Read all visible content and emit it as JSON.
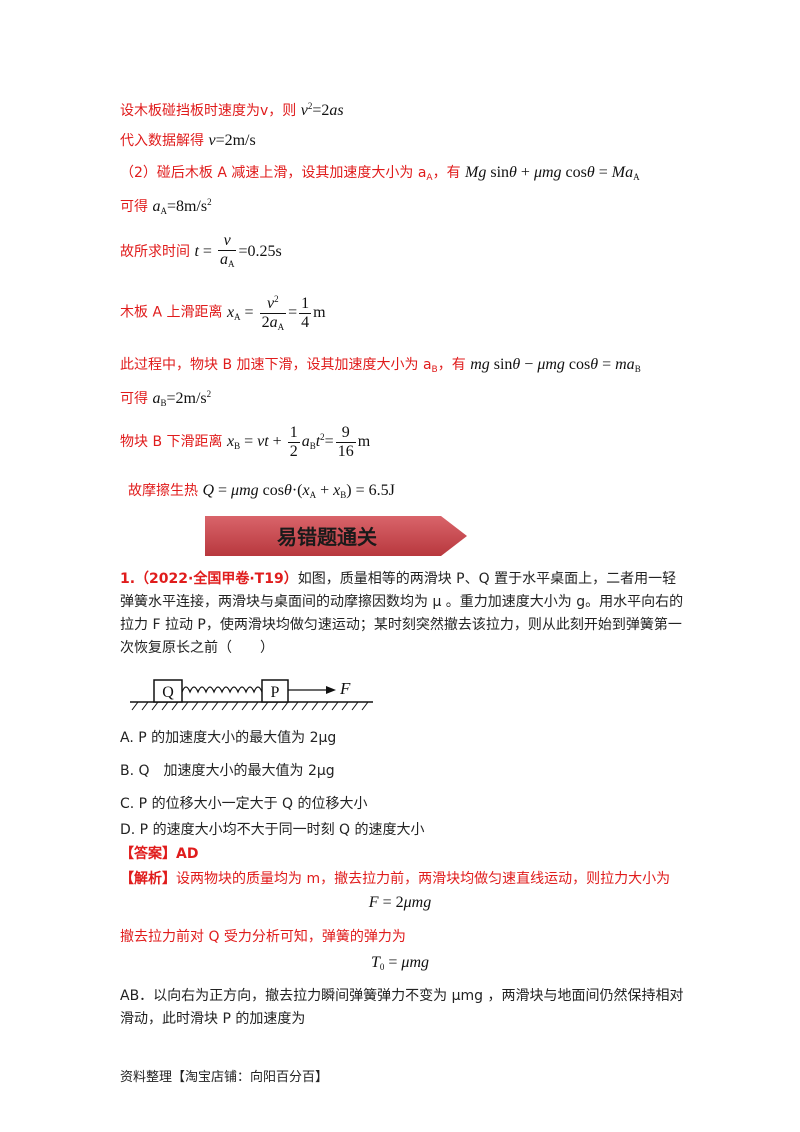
{
  "solution": {
    "l1_text": "设木板碰挡板时速度为v，则",
    "l2_text": "代入数据解得",
    "l3_text": "（2）碰后木板 A 减速上滑，设其加速度大小为 a",
    "l3_sub": "A",
    "l3_tail": "，有",
    "l4_text": "可得",
    "l5_text": "故所求时间",
    "l6_text": "木板 A 上滑距离",
    "l7_text": "此过程中，物块 B 加速下滑，设其加速度大小为 a",
    "l7_sub": "B",
    "l7_tail": "，有",
    "l8_text": "可得",
    "l9_text": "物块 B 下滑距离",
    "l10_text": "故摩擦生热"
  },
  "banner": {
    "title": "易错题通关",
    "color": "#c9474d"
  },
  "question": {
    "number": "1.（2022·全国甲卷·T19）",
    "text": "如图，质量相等的两滑块 P、Q 置于水平桌面上，二者用一轻弹簧水平连接，两滑块与桌面间的动摩擦因数均为 μ 。重力加速度大小为 g。用水平向右的拉力 F 拉动 P，使两滑块均做匀速运动；某时刻突然撤去该拉力，则从此刻开始到弹簧第一次恢复原长之前（　　）",
    "diagram": {
      "block_left": "Q",
      "block_right": "P",
      "force": "F"
    },
    "options": [
      "A.  P 的加速度大小的最大值为 2μg",
      "B.  Q　加速度大小的最大值为 2μg",
      "C.  P 的位移大小一定大于 Q 的位移大小",
      "D.  P 的速度大小均不大于同一时刻 Q 的速度大小"
    ]
  },
  "answer": {
    "label": "【答案】AD",
    "analysis_label": "【解析】",
    "a1": "设两物块的质量均为 m，撤去拉力前，两滑块均做匀速直线运动，则拉力大小为",
    "a2": "撤去拉力前对 Q 受力分析可知，弹簧的弹力为",
    "a3": "AB．以向右为正方向，撤去拉力瞬间弹簧弹力不变为 μmg ，两滑块与地面间仍然保持相对滑动，此时滑块 P 的加速度为"
  },
  "footer": "资料整理【淘宝店铺：向阳百分百】"
}
